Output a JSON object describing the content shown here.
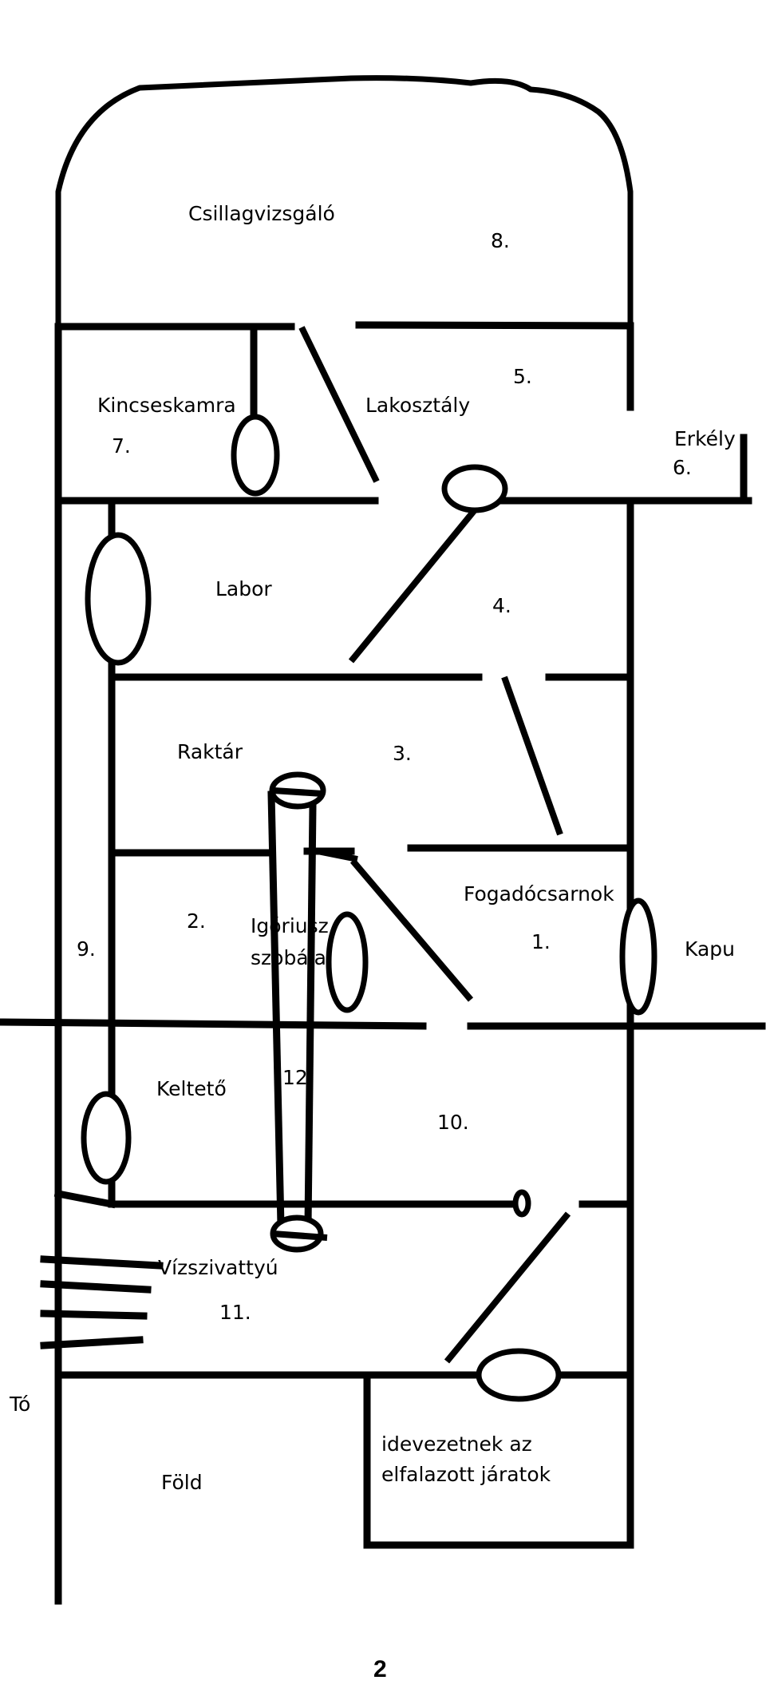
{
  "rooms": {
    "observatory": {
      "name": "Csillagvizsgáló",
      "number": "8."
    },
    "apartment": {
      "name": "Lakosztály",
      "number": "5."
    },
    "treasury": {
      "name": "Kincseskamra",
      "number": "7."
    },
    "balcony": {
      "name": "Erkély",
      "number": "6."
    },
    "lab": {
      "name": "Labor",
      "number": "4."
    },
    "storage": {
      "name": "Raktár",
      "number": "3."
    },
    "hall": {
      "name": "Fogadócsarnok",
      "number": "1."
    },
    "igorius": {
      "name_line1": "Igóriusz",
      "name_line2": "szobája",
      "number": "2."
    },
    "shaft": {
      "number": "9."
    },
    "incubator": {
      "name": "Keltető"
    },
    "tube": {
      "number": "12"
    },
    "room10": {
      "number": "10."
    },
    "pump": {
      "name": "Vízszivattyú",
      "number": "11."
    },
    "gate": {
      "name": "Kapu"
    },
    "lake": {
      "name": "Tó"
    },
    "ground": {
      "name": "Föld"
    },
    "tunnels": {
      "line1": "idevezetnek az",
      "line2": "elfalazott járatok"
    }
  },
  "page_number": "2"
}
